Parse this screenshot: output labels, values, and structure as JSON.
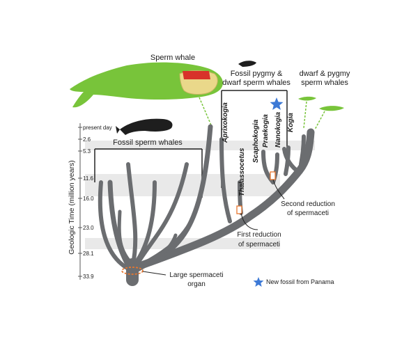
{
  "axis": {
    "label": "Geologic Time (million years)",
    "ticks": [
      "present day",
      "2.6",
      "5.3",
      "11.6",
      "16.0",
      "23.0",
      "28.1",
      "33.9"
    ]
  },
  "labels": {
    "sperm_whale": "Sperm whale",
    "fossil_sperm_whales": "Fossil sperm whales",
    "fossil_pygmy_line1": "Fossil pygmy &",
    "fossil_pygmy_line2": "dwarf sperm whales",
    "dwarf_pygmy_line1": "dwarf & pygmy",
    "dwarf_pygmy_line2": "sperm whales",
    "first_reduction_line1": "First reduction",
    "first_reduction_line2": "of spermaceti",
    "second_reduction_line1": "Second reduction",
    "second_reduction_line2": "of spermaceti",
    "large_organ_line1": "Large spermaceti",
    "large_organ_line2": "organ",
    "legend": "New fossil from Panama"
  },
  "taxa": [
    "Aprixokogia",
    "Thalassocetus",
    "Scaphokogia",
    "Praekogia",
    "Nanokogia",
    "Kogia"
  ],
  "colors": {
    "tree": "#6b6d70",
    "whale_green": "#78c43a",
    "spermaceti_organ": "#d8322a",
    "star": "#3c79d6",
    "band": "#e9e9e9",
    "marker": "#e8772f"
  },
  "icons": [
    "sperm-whale-icon",
    "fossil-whale-icon",
    "pygmy-whale-icon",
    "star-icon"
  ]
}
